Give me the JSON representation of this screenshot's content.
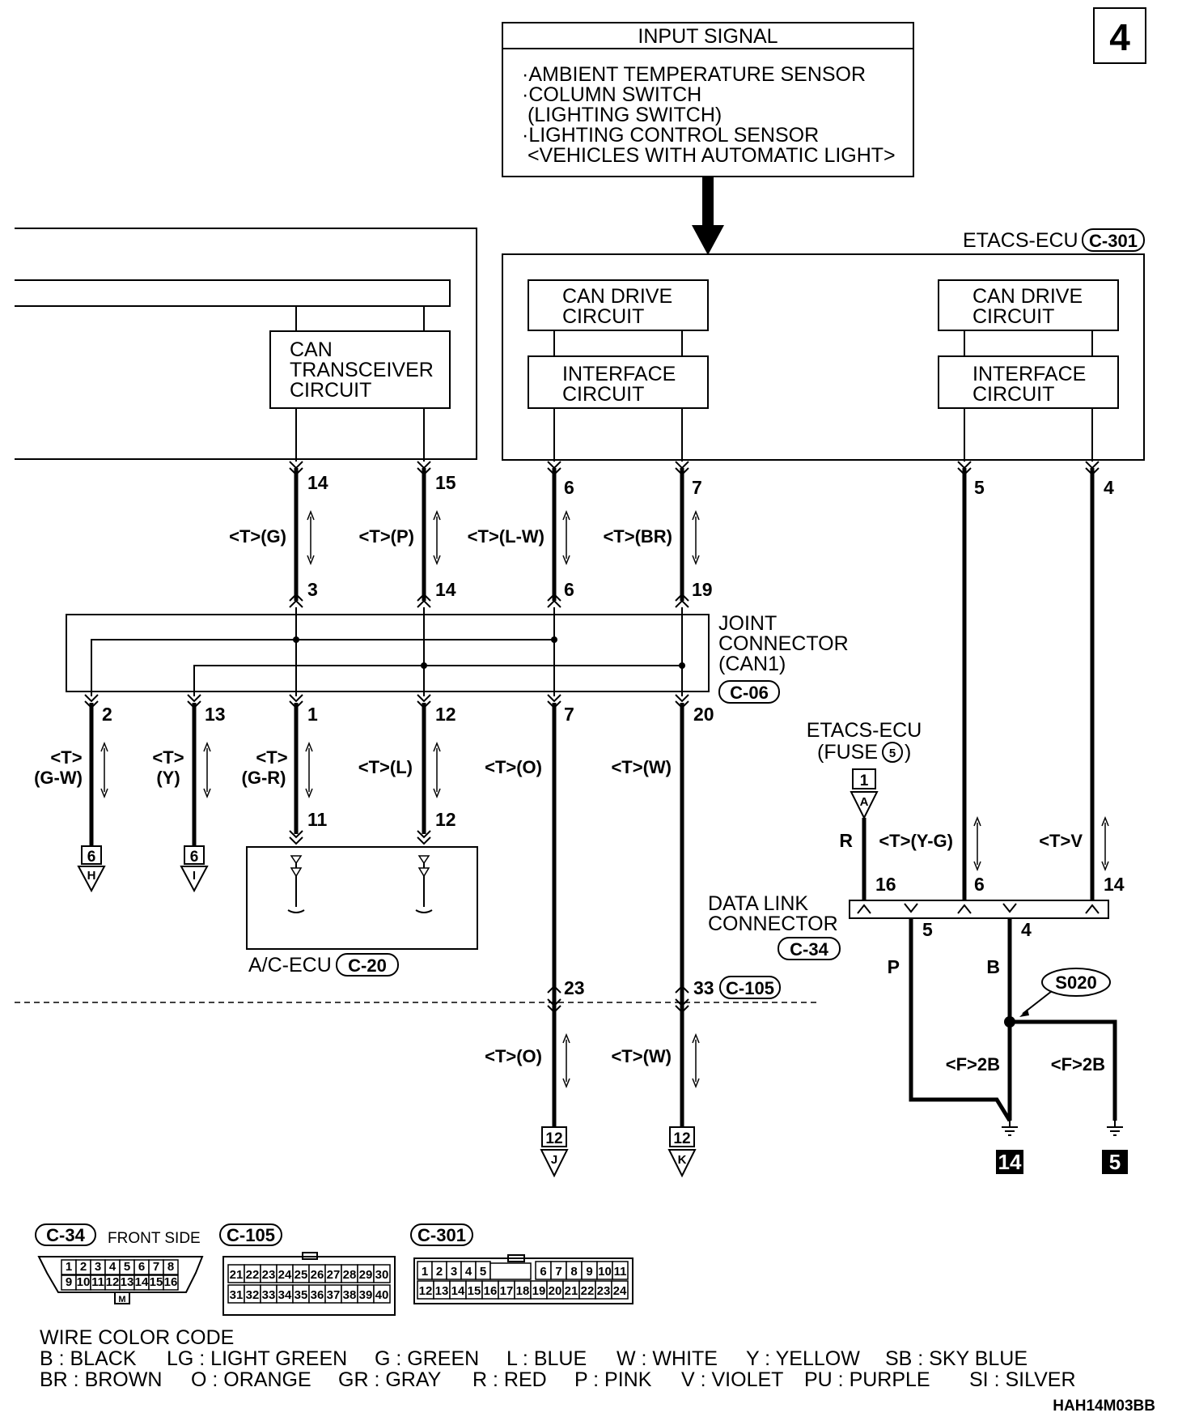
{
  "page_number": "4",
  "input_signal": {
    "title": "INPUT SIGNAL",
    "lines": [
      "·AMBIENT TEMPERATURE SENSOR",
      "·COLUMN SWITCH",
      " (LIGHTING SWITCH)",
      "·LIGHTING CONTROL SENSOR",
      " <VEHICLES WITH AUTOMATIC LIGHT>"
    ]
  },
  "etacs_ecu": {
    "label": "ETACS-ECU",
    "connector": "C-301"
  },
  "can_transceiver": {
    "lines": [
      "CAN",
      "TRANSCEIVER",
      "CIRCUIT"
    ]
  },
  "can_drive": {
    "lines": [
      "CAN DRIVE",
      "CIRCUIT"
    ]
  },
  "interface": {
    "lines": [
      "INTERFACE",
      "CIRCUIT"
    ]
  },
  "wires": [
    {
      "id": "g",
      "top_pin": "14",
      "bottom_pin": "3",
      "label": "<T>(G)"
    },
    {
      "id": "p",
      "top_pin": "15",
      "bottom_pin": "14",
      "label": "<T>(P)"
    },
    {
      "id": "lw",
      "top_pin": "6",
      "bottom_pin": "6",
      "label": "<T>(L-W)"
    },
    {
      "id": "br",
      "top_pin": "7",
      "bottom_pin": "19",
      "label": "<T>(BR)"
    }
  ],
  "joint_connector": {
    "lines": [
      "JOINT",
      "CONNECTOR",
      "(CAN1)"
    ],
    "connector": "C-06"
  },
  "lower_wires": [
    {
      "id": "gw",
      "pin": "2",
      "label_lines": [
        "<T>",
        "(G-W)"
      ],
      "term_num": "6",
      "term_letter": "H"
    },
    {
      "id": "y",
      "pin": "13",
      "label_lines": [
        "<T>",
        "(Y)"
      ],
      "term_num": "6",
      "term_letter": "I"
    },
    {
      "id": "gr",
      "pin": "1",
      "label_lines": [
        "<T>",
        "(G-R)"
      ],
      "ac_pin": "11"
    },
    {
      "id": "l",
      "pin": "12",
      "label_lines": [
        "<T>(L)"
      ],
      "ac_pin": "12"
    },
    {
      "id": "o",
      "pin": "7",
      "label_lines": [
        "<T>(O)"
      ],
      "c105_pin": "23",
      "label2": "<T>(O)",
      "term_num": "12",
      "term_letter": "J"
    },
    {
      "id": "w",
      "pin": "20",
      "label_lines": [
        "<T>(W)"
      ],
      "c105_pin": "33",
      "label2": "<T>(W)",
      "term_num": "12",
      "term_letter": "K"
    }
  ],
  "ac_ecu": {
    "label": "A/C-ECU",
    "connector": "C-20"
  },
  "c105": {
    "connector": "C-105"
  },
  "etacs_right": [
    {
      "id": "yg",
      "top_pin": "5",
      "label": "<T>(Y-G)",
      "dlc_pin": "6"
    },
    {
      "id": "v",
      "top_pin": "4",
      "label": "<T>V",
      "dlc_pin": "14"
    }
  ],
  "fuse": {
    "lines": [
      "ETACS-ECU",
      "(FUSE"
    ],
    "fuse_num": "5",
    "term_num": "1",
    "term_letter": "A",
    "wire": "R",
    "dlc_pin": "16"
  },
  "data_link": {
    "lines": [
      "DATA LINK",
      "CONNECTOR"
    ],
    "connector": "C-34",
    "pin_p": "5",
    "pin_b": "4",
    "wire_p": "P",
    "wire_b": "B"
  },
  "splice": "S020",
  "ground": {
    "label": "<F>2B",
    "left_num": "14",
    "right_num": "5"
  },
  "connector_views": {
    "c34": {
      "name": "C-34",
      "note": "FRONT SIDE",
      "row1": [
        "1",
        "2",
        "3",
        "4",
        "5",
        "6",
        "7",
        "8"
      ],
      "row2": [
        "9",
        "10",
        "11",
        "12",
        "13",
        "14",
        "15",
        "16"
      ],
      "key": "M"
    },
    "c105": {
      "name": "C-105",
      "row1": [
        "21",
        "22",
        "23",
        "24",
        "25",
        "26",
        "27",
        "28",
        "29",
        "30"
      ],
      "row2": [
        "31",
        "32",
        "33",
        "34",
        "35",
        "36",
        "37",
        "38",
        "39",
        "40"
      ]
    },
    "c301": {
      "name": "C-301",
      "row1a": [
        "1",
        "2",
        "3",
        "4",
        "5"
      ],
      "row1b": [
        "6",
        "7",
        "8",
        "9",
        "10",
        "11"
      ],
      "row2": [
        "12",
        "13",
        "14",
        "15",
        "16",
        "17",
        "18",
        "19",
        "20",
        "21",
        "22",
        "23",
        "24"
      ]
    }
  },
  "wire_color_code": {
    "title": "WIRE COLOR CODE",
    "row1": [
      "B : BLACK",
      "LG : LIGHT GREEN",
      "G : GREEN",
      "L : BLUE",
      "W : WHITE",
      "Y : YELLOW",
      "SB : SKY BLUE"
    ],
    "row2": [
      "BR : BROWN",
      "O : ORANGE",
      "GR : GRAY",
      "R : RED",
      "P : PINK",
      "V : VIOLET",
      "PU : PURPLE",
      "SI : SILVER"
    ]
  },
  "figure_code": "HAH14M03BB"
}
